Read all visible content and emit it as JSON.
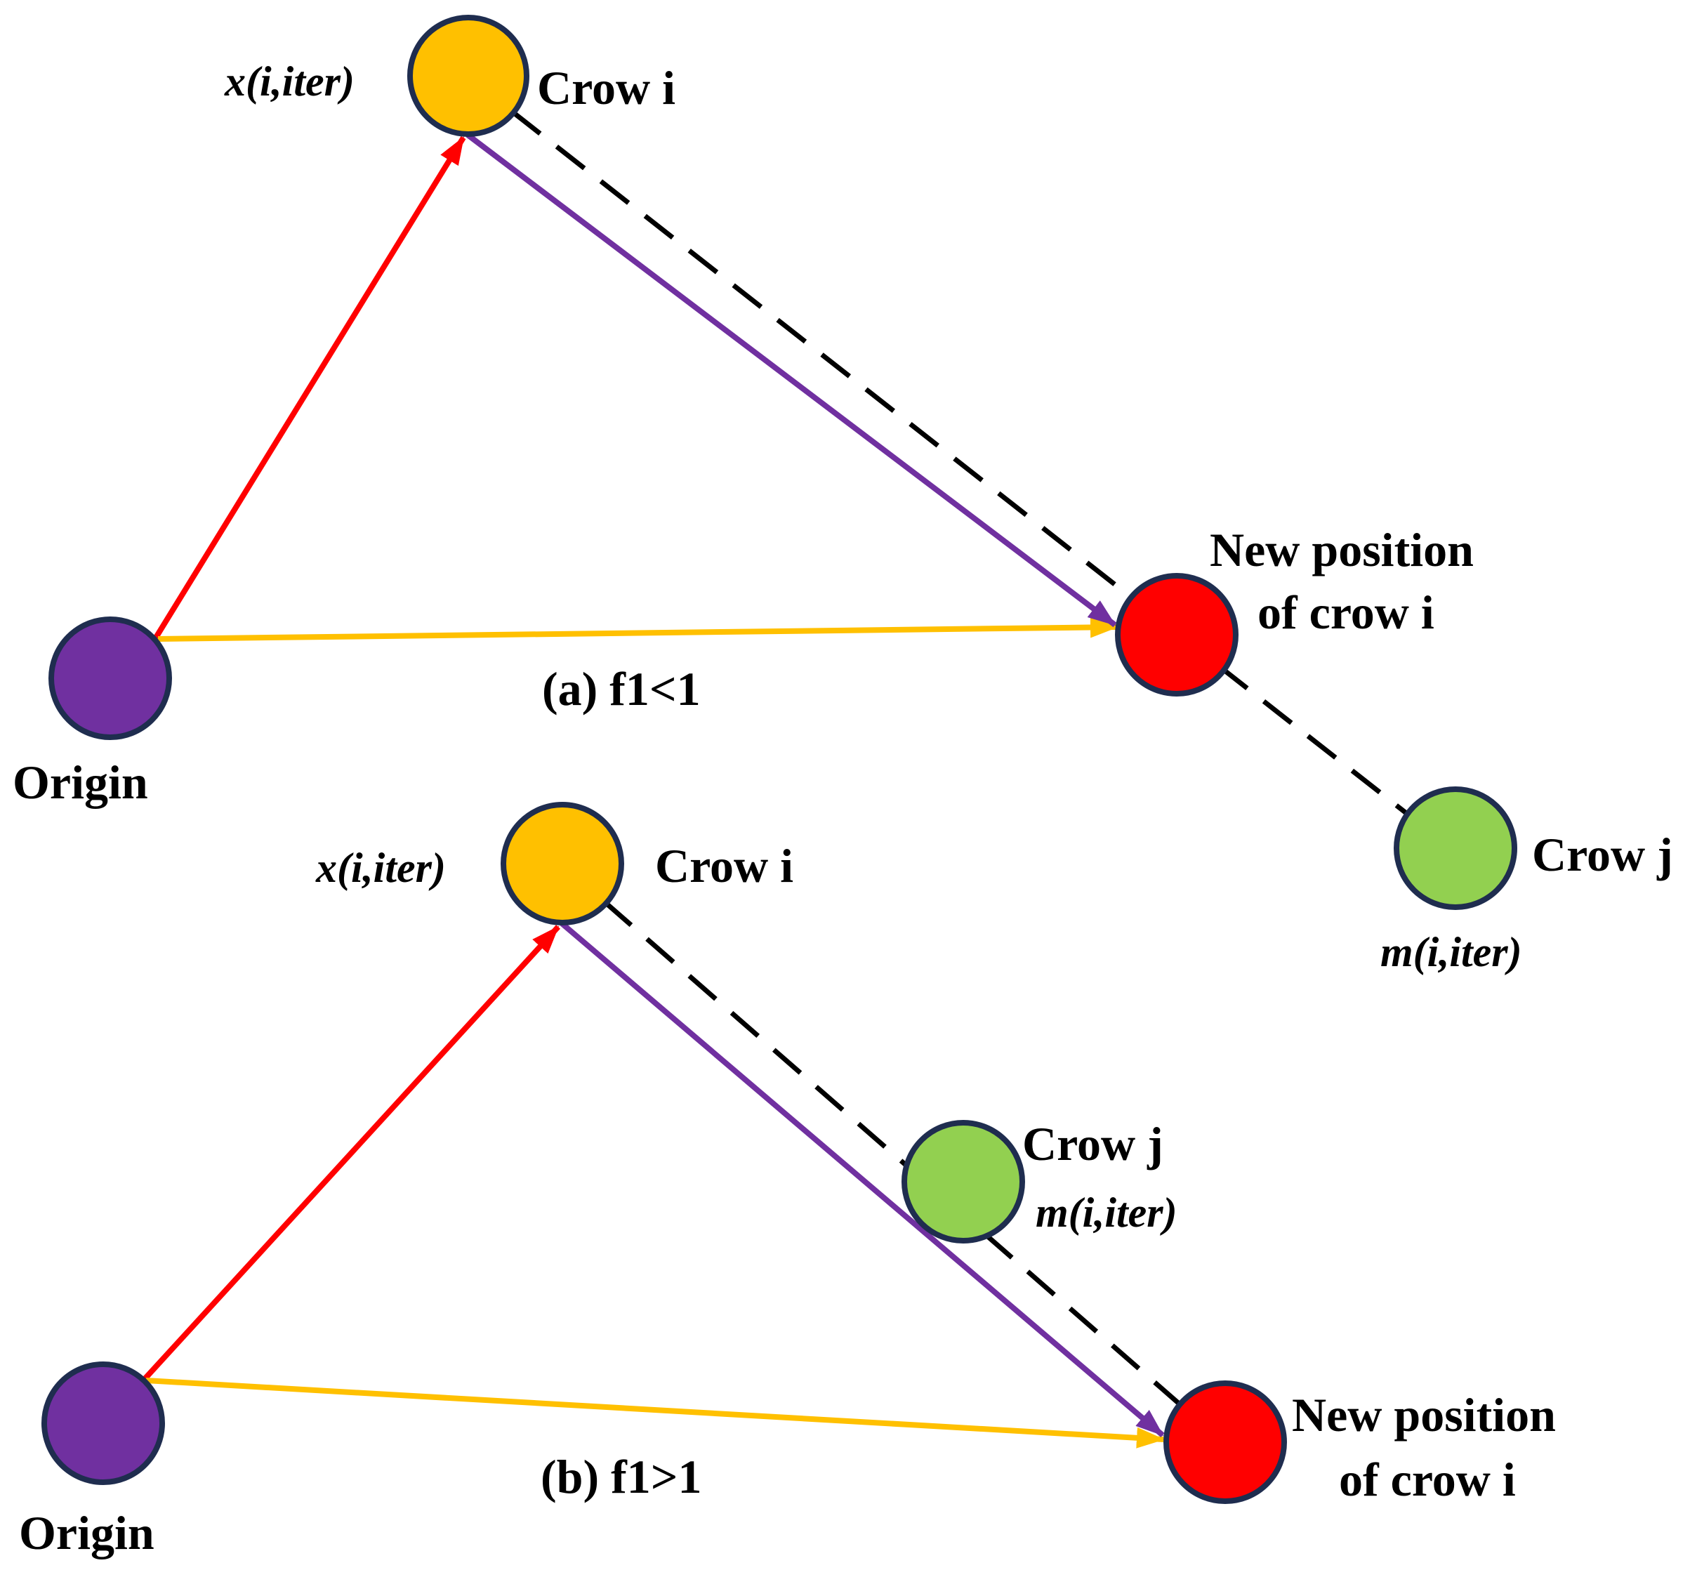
{
  "colors": {
    "origin": "#7030A0",
    "crow_i": "#FFC000",
    "crow_j": "#92D050",
    "new_position": "#FF0000",
    "outline": "#1F2D4F",
    "arrow_red": "#FF0000",
    "arrow_yellow": "#FFC000",
    "arrow_purple": "#7030A0",
    "dashed_line": "#000000"
  },
  "panel_a": {
    "caption": "(a) f1<1",
    "origin_label": "Origin",
    "crow_i_label": "Crow i",
    "crow_i_symbol": "x(i,iter)",
    "new_position_line1": "New position",
    "new_position_line2": "of crow i",
    "crow_j_label": "Crow j",
    "crow_j_symbol": "m(i,iter)"
  },
  "panel_b": {
    "caption": "(b) f1>1",
    "origin_label": "Origin",
    "crow_i_label": "Crow i",
    "crow_i_symbol": "x(i,iter)",
    "new_position_line1": "New position",
    "new_position_line2": "of crow i",
    "crow_j_label": "Crow j",
    "crow_j_symbol": "m(i,iter)"
  }
}
